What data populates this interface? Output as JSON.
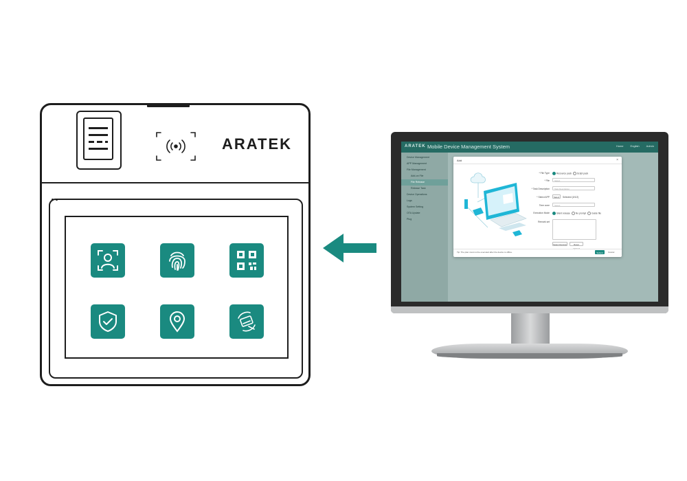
{
  "device": {
    "brand": "ARATEK",
    "tiles": [
      {
        "icon": "face-recognition-icon"
      },
      {
        "icon": "fingerprint-icon"
      },
      {
        "icon": "qr-code-icon"
      },
      {
        "icon": "shield-check-icon"
      },
      {
        "icon": "location-pin-icon"
      },
      {
        "icon": "contactless-card-icon"
      }
    ]
  },
  "arrow": {
    "icon": "arrow-left-icon",
    "color": "#1a8a80"
  },
  "monitor": {
    "app": {
      "logo": "ARATEK",
      "title": "Mobile Device Management System",
      "top_actions": [
        "Home",
        "English",
        "Admin"
      ],
      "sidebar": [
        {
          "label": "Device Management",
          "sub": false,
          "active": false
        },
        {
          "label": "APP Management",
          "sub": false,
          "active": false
        },
        {
          "label": "File Management",
          "sub": false,
          "active": false
        },
        {
          "label": "Add-on File",
          "sub": true,
          "active": false
        },
        {
          "label": "File Release",
          "sub": true,
          "active": true
        },
        {
          "label": "Release Task",
          "sub": true,
          "active": false
        },
        {
          "label": "Device Operations",
          "sub": false,
          "active": false
        },
        {
          "label": "Logs",
          "sub": false,
          "active": false
        },
        {
          "label": "System Setting",
          "sub": false,
          "active": false
        },
        {
          "label": "OTA Update",
          "sub": false,
          "active": false
        },
        {
          "label": "Plug",
          "sub": false,
          "active": false
        }
      ],
      "modal": {
        "title": "Add",
        "close": "×",
        "file_type_label": "* File Type",
        "file_type_options": [
          "Resource pack",
          "Script pack"
        ],
        "file_label": "* File",
        "file_placeholder": "Select",
        "desc_label": "* Task Description",
        "desc_placeholder": "Task Description",
        "apps_label": "* Select APP",
        "apps_button": "Select",
        "apps_value": "Selected (0/1/2)",
        "time_label": "Time zone",
        "time_placeholder": "Select",
        "mode_label": "Execution Mode",
        "mode_options": [
          "Silent release",
          "No prompt",
          "Guide file"
        ],
        "remark_label": "Remark set",
        "btn_select_devices": "Select Devices",
        "btn_reset": "Reset Upload",
        "footer_tip": "Tip: The plan must not be executed after the device is offline.",
        "submit": "Submit",
        "cancel": "Cancel"
      }
    }
  }
}
